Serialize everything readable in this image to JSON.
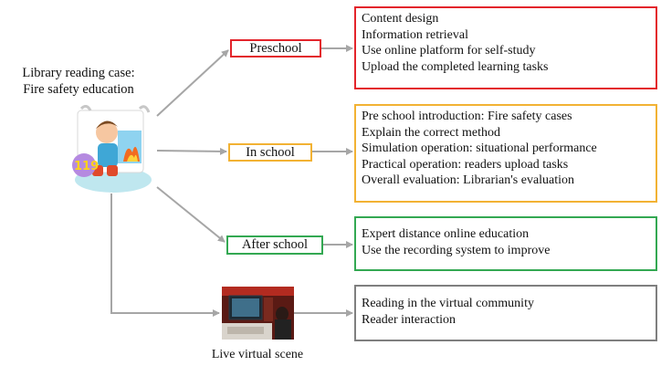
{
  "colors": {
    "preschool": "#e3242b",
    "in_school": "#f2b233",
    "after_school": "#33a852",
    "live": "#7f7f7f",
    "arrow": "#a6a6a6"
  },
  "source": {
    "line1": "Library reading case:",
    "line2": "Fire safety education",
    "illustration": "firefighter-cartoon"
  },
  "stages": {
    "preschool": {
      "label": "Preschool",
      "items": [
        "Content design",
        "Information retrieval",
        "Use online platform for self-study",
        "Upload the completed learning tasks"
      ]
    },
    "in_school": {
      "label": "In school",
      "items": [
        "Pre school introduction: Fire safety cases",
        "Explain the correct method",
        "Simulation operation: situational performance",
        "Practical operation: readers upload tasks",
        "Overall evaluation: Librarian's evaluation"
      ]
    },
    "after_school": {
      "label": "After school",
      "items": [
        "Expert distance online education",
        "Use the recording system to improve"
      ]
    },
    "live": {
      "label": "Live virtual scene",
      "items": [
        "Reading in the virtual community",
        "Reader interaction"
      ]
    }
  }
}
